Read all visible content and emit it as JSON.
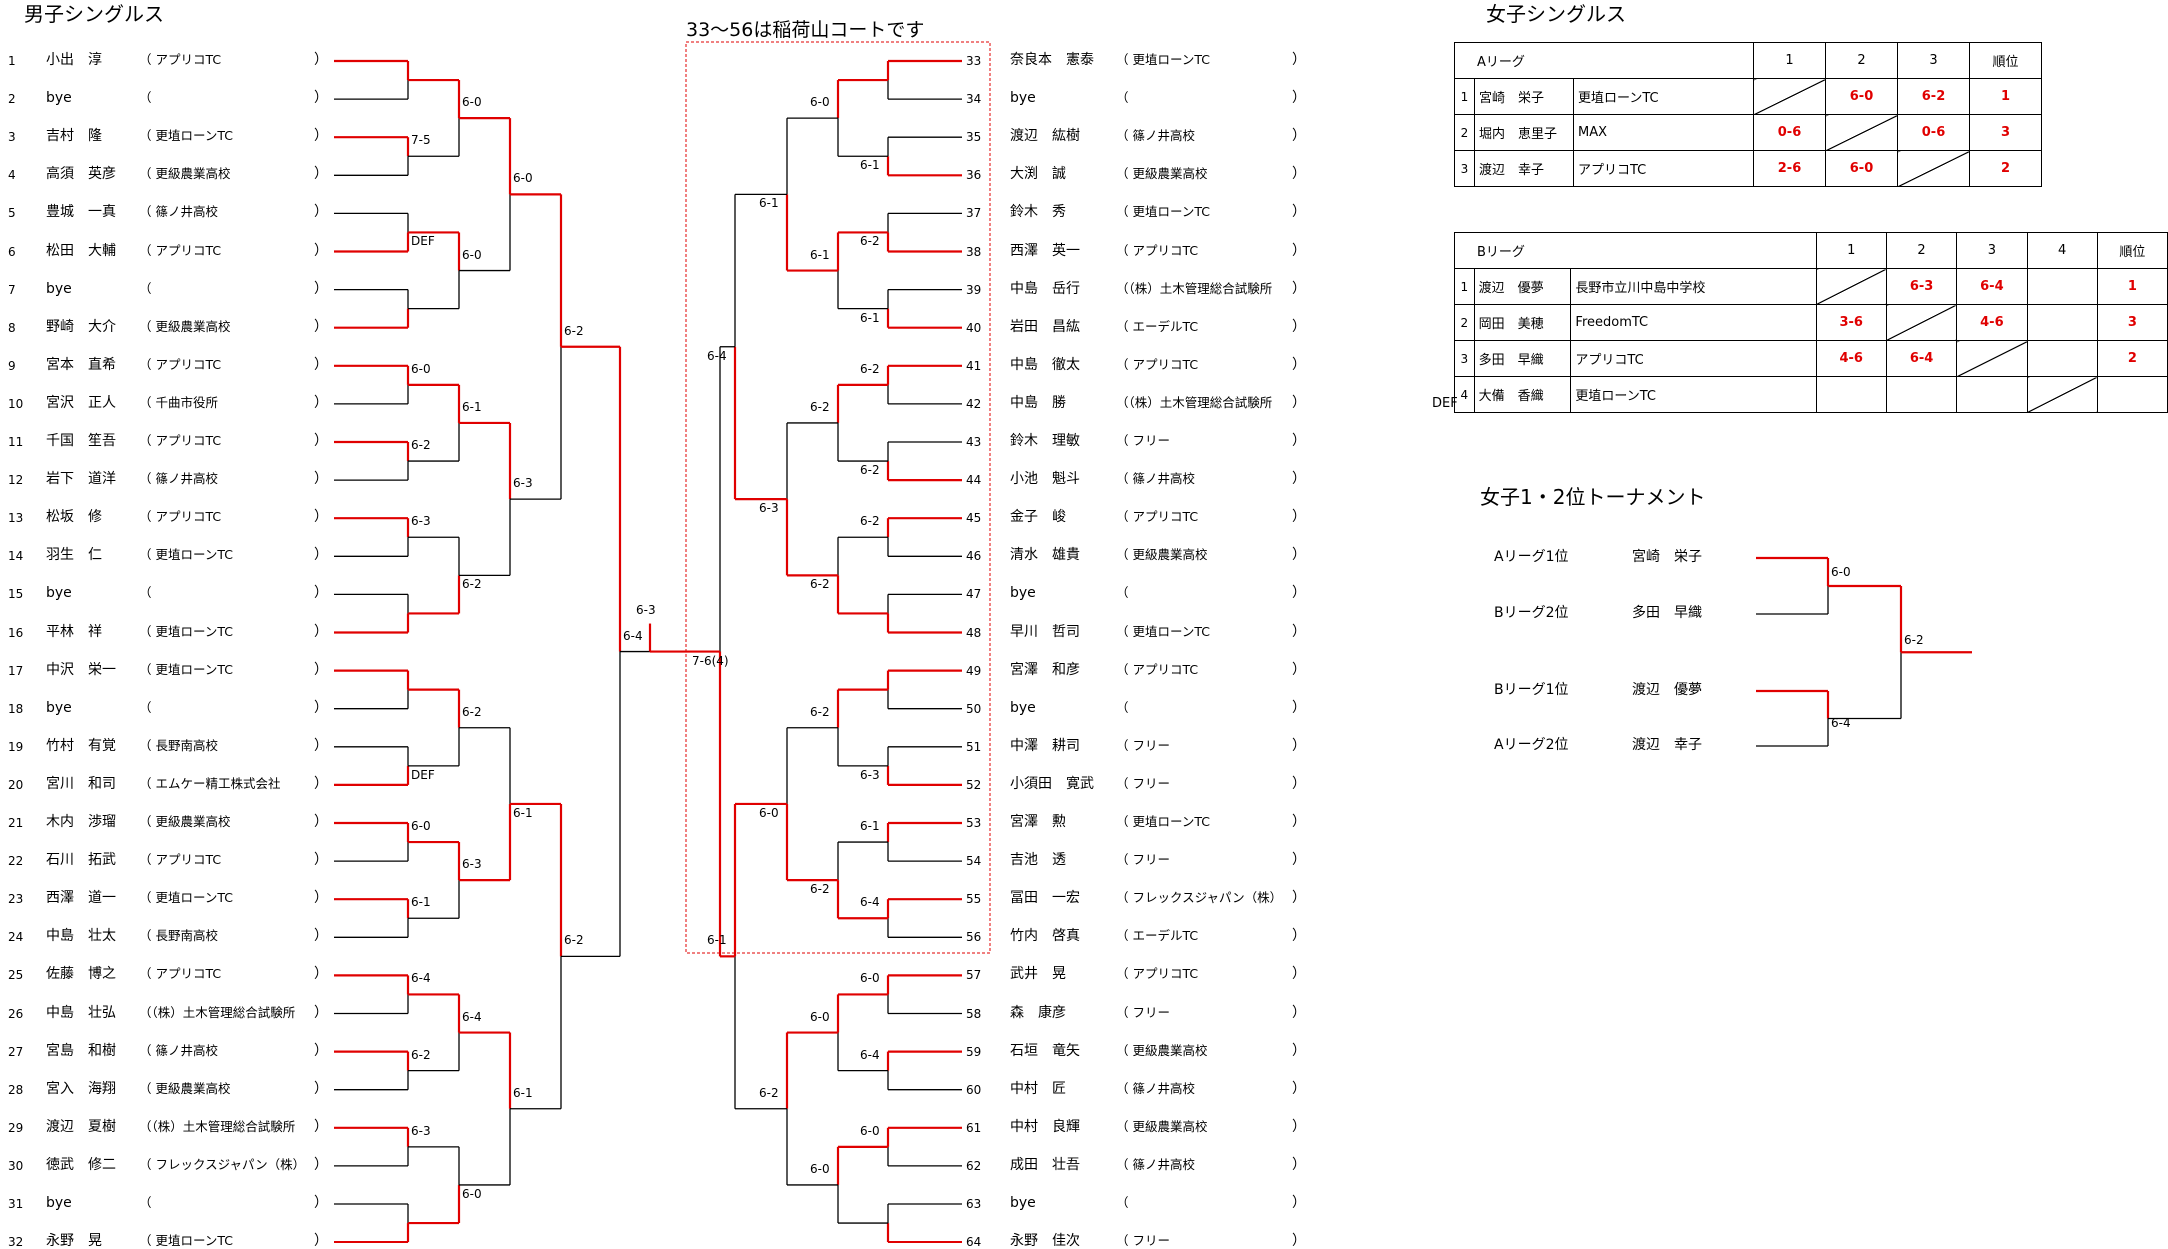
{
  "mens_singles": {
    "title": "男子シングルス",
    "court_note": "33～56は稲荷山コートです",
    "players_left": [
      {
        "no": "1",
        "name": "小出　淳",
        "club": "（ アプリコTC"
      },
      {
        "no": "2",
        "name": "bye",
        "club": "（"
      },
      {
        "no": "3",
        "name": "吉村　隆",
        "club": "（ 更埴ローンTC"
      },
      {
        "no": "4",
        "name": "高須　英彦",
        "club": "（ 更級農業高校"
      },
      {
        "no": "5",
        "name": "豊城　一真",
        "club": "（ 篠ノ井高校"
      },
      {
        "no": "6",
        "name": "松田　大輔",
        "club": "（ アプリコTC"
      },
      {
        "no": "7",
        "name": "bye",
        "club": "（"
      },
      {
        "no": "8",
        "name": "野崎　大介",
        "club": "（ 更級農業高校"
      },
      {
        "no": "9",
        "name": "宮本　直希",
        "club": "（ アプリコTC"
      },
      {
        "no": "10",
        "name": "宮沢　正人",
        "club": "（ 千曲市役所"
      },
      {
        "no": "11",
        "name": "千国　笙吾",
        "club": "（ アプリコTC"
      },
      {
        "no": "12",
        "name": "岩下　道洋",
        "club": "（ 篠ノ井高校"
      },
      {
        "no": "13",
        "name": "松坂　修",
        "club": "（ アプリコTC"
      },
      {
        "no": "14",
        "name": "羽生　仁",
        "club": "（ 更埴ローンTC"
      },
      {
        "no": "15",
        "name": "bye",
        "club": "（"
      },
      {
        "no": "16",
        "name": "平林　祥",
        "club": "（ 更埴ローンTC"
      },
      {
        "no": "17",
        "name": "中沢　栄一",
        "club": "（ 更埴ローンTC"
      },
      {
        "no": "18",
        "name": "bye",
        "club": "（"
      },
      {
        "no": "19",
        "name": "竹村　有覚",
        "club": "（ 長野南高校"
      },
      {
        "no": "20",
        "name": "宮川　和司",
        "club": "（ エムケー精工株式会社"
      },
      {
        "no": "21",
        "name": "木内　渉瑠",
        "club": "（ 更級農業高校"
      },
      {
        "no": "22",
        "name": "石川　拓武",
        "club": "（ アプリコTC"
      },
      {
        "no": "23",
        "name": "西澤　道一",
        "club": "（ 更埴ローンTC"
      },
      {
        "no": "24",
        "name": "中島　壮太",
        "club": "（ 長野南高校"
      },
      {
        "no": "25",
        "name": "佐藤　博之",
        "club": "（ アプリコTC"
      },
      {
        "no": "26",
        "name": "中島　壮弘",
        "club": "（（株）土木管理総合試験所"
      },
      {
        "no": "27",
        "name": "宮島　和樹",
        "club": "（ 篠ノ井高校"
      },
      {
        "no": "28",
        "name": "宮入　海翔",
        "club": "（ 更級農業高校"
      },
      {
        "no": "29",
        "name": "渡辺　夏樹",
        "club": "（（株）土木管理総合試験所"
      },
      {
        "no": "30",
        "name": "徳武　修二",
        "club": "（ フレックスジャパン（株）"
      },
      {
        "no": "31",
        "name": "bye",
        "club": "（"
      },
      {
        "no": "32",
        "name": "永野　晃",
        "club": "（ 更埴ローンTC"
      }
    ],
    "players_right": [
      {
        "no": "33",
        "name": "奈良本　憲泰",
        "club": "（ 更埴ローンTC"
      },
      {
        "no": "34",
        "name": "bye",
        "club": "（"
      },
      {
        "no": "35",
        "name": "渡辺　紘樹",
        "club": "（ 篠ノ井高校"
      },
      {
        "no": "36",
        "name": "大渕　誠",
        "club": "（ 更級農業高校"
      },
      {
        "no": "37",
        "name": "鈴木　秀",
        "club": "（ 更埴ローンTC"
      },
      {
        "no": "38",
        "name": "西澤　英一",
        "club": "（ アプリコTC"
      },
      {
        "no": "39",
        "name": "中島　岳行",
        "club": "（（株）土木管理総合試験所"
      },
      {
        "no": "40",
        "name": "岩田　昌紘",
        "club": "（ エーデルTC"
      },
      {
        "no": "41",
        "name": "中島　徹太",
        "club": "（ アプリコTC"
      },
      {
        "no": "42",
        "name": "中島　勝",
        "club": "（（株）土木管理総合試験所"
      },
      {
        "no": "43",
        "name": "鈴木　理敏",
        "club": "（ フリー"
      },
      {
        "no": "44",
        "name": "小池　魁斗",
        "club": "（ 篠ノ井高校"
      },
      {
        "no": "45",
        "name": "金子　峻",
        "club": "（ アプリコTC"
      },
      {
        "no": "46",
        "name": "清水　雄貴",
        "club": "（ 更級農業高校"
      },
      {
        "no": "47",
        "name": "bye",
        "club": "（"
      },
      {
        "no": "48",
        "name": "早川　哲司",
        "club": "（ 更埴ローンTC"
      },
      {
        "no": "49",
        "name": "宮澤　和彦",
        "club": "（ アプリコTC"
      },
      {
        "no": "50",
        "name": "bye",
        "club": "（"
      },
      {
        "no": "51",
        "name": "中澤　耕司",
        "club": "（ フリー"
      },
      {
        "no": "52",
        "name": "小須田　寛武",
        "club": "（ フリー"
      },
      {
        "no": "53",
        "name": "宮澤　勲",
        "club": "（ 更埴ローンTC"
      },
      {
        "no": "54",
        "name": "吉池　透",
        "club": "（ フリー"
      },
      {
        "no": "55",
        "name": "冨田　一宏",
        "club": "（ フレックスジャパン（株）"
      },
      {
        "no": "56",
        "name": "竹内　啓真",
        "club": "（ エーデルTC"
      },
      {
        "no": "57",
        "name": "武井　晃",
        "club": "（ アプリコTC"
      },
      {
        "no": "58",
        "name": "森　康彦",
        "club": "（ フリー"
      },
      {
        "no": "59",
        "name": "石垣　竜矢",
        "club": "（ 更級農業高校"
      },
      {
        "no": "60",
        "name": "中村　匠",
        "club": "（ 篠ノ井高校"
      },
      {
        "no": "61",
        "name": "中村　良輝",
        "club": "（ 更級農業高校"
      },
      {
        "no": "62",
        "name": "成田　壮吾",
        "club": "（ 篠ノ井高校"
      },
      {
        "no": "63",
        "name": "bye",
        "club": "（"
      },
      {
        "no": "64",
        "name": "永野　佳次",
        "club": "（ フリー"
      }
    ],
    "close_paren": "）",
    "scores_left": [
      {
        "r": 1,
        "m": 1,
        "s": ""
      },
      {
        "r": 1,
        "m": 2,
        "s": "7-5"
      },
      {
        "r": 1,
        "m": 3,
        "s": "DEF"
      },
      {
        "r": 1,
        "m": 4,
        "s": ""
      },
      {
        "r": 1,
        "m": 5,
        "s": "6-0"
      },
      {
        "r": 1,
        "m": 6,
        "s": "6-2"
      },
      {
        "r": 1,
        "m": 7,
        "s": "6-3"
      },
      {
        "r": 1,
        "m": 8,
        "s": ""
      },
      {
        "r": 1,
        "m": 9,
        "s": ""
      },
      {
        "r": 1,
        "m": 10,
        "s": "DEF"
      },
      {
        "r": 1,
        "m": 11,
        "s": "6-0"
      },
      {
        "r": 1,
        "m": 12,
        "s": "6-1"
      },
      {
        "r": 1,
        "m": 13,
        "s": "6-4"
      },
      {
        "r": 1,
        "m": 14,
        "s": "6-2"
      },
      {
        "r": 1,
        "m": 15,
        "s": "6-3"
      },
      {
        "r": 1,
        "m": 16,
        "s": ""
      },
      {
        "r": 2,
        "m": 1,
        "s": "6-0"
      },
      {
        "r": 2,
        "m": 2,
        "s": "6-0"
      },
      {
        "r": 2,
        "m": 3,
        "s": "6-1"
      },
      {
        "r": 2,
        "m": 4,
        "s": "6-2"
      },
      {
        "r": 2,
        "m": 5,
        "s": "6-2"
      },
      {
        "r": 2,
        "m": 6,
        "s": "6-3"
      },
      {
        "r": 2,
        "m": 7,
        "s": "6-4"
      },
      {
        "r": 2,
        "m": 8,
        "s": "6-0"
      },
      {
        "r": 3,
        "m": 1,
        "s": "6-0"
      },
      {
        "r": 3,
        "m": 2,
        "s": "6-3"
      },
      {
        "r": 3,
        "m": 3,
        "s": "6-1"
      },
      {
        "r": 3,
        "m": 4,
        "s": "6-1"
      },
      {
        "r": 4,
        "m": 1,
        "s": "6-2"
      },
      {
        "r": 4,
        "m": 2,
        "s": "6-2"
      },
      {
        "r": 5,
        "m": 1,
        "s": "6-4"
      }
    ],
    "scores_right": [
      {
        "r": 1,
        "m": 1,
        "s": ""
      },
      {
        "r": 1,
        "m": 2,
        "s": "6-1"
      },
      {
        "r": 1,
        "m": 3,
        "s": "6-2"
      },
      {
        "r": 1,
        "m": 4,
        "s": "6-1"
      },
      {
        "r": 1,
        "m": 5,
        "s": "6-2"
      },
      {
        "r": 1,
        "m": 6,
        "s": "6-2"
      },
      {
        "r": 1,
        "m": 7,
        "s": "6-2"
      },
      {
        "r": 1,
        "m": 8,
        "s": ""
      },
      {
        "r": 1,
        "m": 9,
        "s": ""
      },
      {
        "r": 1,
        "m": 10,
        "s": "6-3"
      },
      {
        "r": 1,
        "m": 11,
        "s": "6-1"
      },
      {
        "r": 1,
        "m": 12,
        "s": "6-4"
      },
      {
        "r": 1,
        "m": 13,
        "s": "6-0"
      },
      {
        "r": 1,
        "m": 14,
        "s": "6-4"
      },
      {
        "r": 1,
        "m": 15,
        "s": "6-0"
      },
      {
        "r": 1,
        "m": 16,
        "s": ""
      },
      {
        "r": 2,
        "m": 1,
        "s": "6-0"
      },
      {
        "r": 2,
        "m": 2,
        "s": "6-1"
      },
      {
        "r": 2,
        "m": 3,
        "s": "6-2"
      },
      {
        "r": 2,
        "m": 4,
        "s": "6-2"
      },
      {
        "r": 2,
        "m": 5,
        "s": "6-2"
      },
      {
        "r": 2,
        "m": 6,
        "s": "6-2"
      },
      {
        "r": 2,
        "m": 7,
        "s": "6-0"
      },
      {
        "r": 2,
        "m": 8,
        "s": "6-0"
      },
      {
        "r": 3,
        "m": 1,
        "s": "6-1"
      },
      {
        "r": 3,
        "m": 2,
        "s": "6-3"
      },
      {
        "r": 3,
        "m": 3,
        "s": "6-0"
      },
      {
        "r": 3,
        "m": 4,
        "s": "6-2"
      },
      {
        "r": 4,
        "m": 1,
        "s": "6-4"
      },
      {
        "r": 4,
        "m": 2,
        "s": "6-1"
      },
      {
        "r": 5,
        "m": 1,
        "s": "7-6(4)"
      }
    ],
    "final_score": "6-3"
  },
  "womens_singles": {
    "title": "女子シングルス",
    "league_a": {
      "header": [
        "Aリーグ",
        "1",
        "2",
        "3",
        "順位"
      ],
      "rows": [
        {
          "no": "1",
          "name": "宮崎　栄子",
          "club": "更埴ローンTC",
          "cells": [
            "",
            "6-0",
            "6-2"
          ],
          "rank": "1"
        },
        {
          "no": "2",
          "name": "堀内　恵里子",
          "club": "MAX",
          "cells": [
            "0-6",
            "",
            "0-6"
          ],
          "rank": "3"
        },
        {
          "no": "3",
          "name": "渡辺　幸子",
          "club": "アプリコTC",
          "cells": [
            "2-6",
            "6-0",
            ""
          ],
          "rank": "2"
        }
      ]
    },
    "league_b": {
      "header": [
        "Bリーグ",
        "1",
        "2",
        "3",
        "4",
        "順位"
      ],
      "rows": [
        {
          "pre": "",
          "no": "1",
          "name": "渡辺　優夢",
          "club": "長野市立川中島中学校",
          "cells": [
            "",
            "6-3",
            "6-4",
            ""
          ],
          "rank": "1"
        },
        {
          "pre": "",
          "no": "2",
          "name": "岡田　美穂",
          "club": "FreedomTC",
          "cells": [
            "3-6",
            "",
            "4-6",
            ""
          ],
          "rank": "3"
        },
        {
          "pre": "",
          "no": "3",
          "name": "多田　早織",
          "club": "アプリコTC",
          "cells": [
            "4-6",
            "6-4",
            "",
            ""
          ],
          "rank": "2"
        },
        {
          "pre": "DEF",
          "no": "4",
          "name": "大備　香織",
          "club": "更埴ローンTC",
          "cells": [
            "",
            "",
            "",
            ""
          ],
          "rank": ""
        }
      ]
    },
    "tournament": {
      "title": "女子1・2位トーナメント",
      "entries": [
        {
          "seed": "Aリーグ1位",
          "name": "宮崎　栄子"
        },
        {
          "seed": "Bリーグ2位",
          "name": "多田　早織"
        },
        {
          "seed": "Bリーグ1位",
          "name": "渡辺　優夢"
        },
        {
          "seed": "Aリーグ2位",
          "name": "渡辺　幸子"
        }
      ],
      "scores": [
        "6-0",
        "6-4",
        "6-2"
      ]
    }
  },
  "colors": {
    "winner_line": "#e00000",
    "line": "#000000",
    "score_red": "#e00000",
    "court_box": "#e00000"
  }
}
